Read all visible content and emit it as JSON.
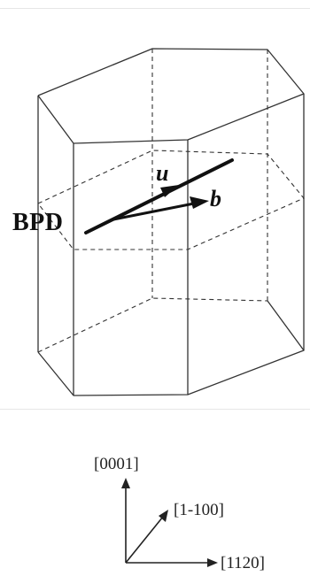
{
  "diagram": {
    "labels": {
      "bpd": "BPD",
      "u": "u",
      "b": "b"
    },
    "axes": {
      "c_axis": "[0001]",
      "m_axis": "[1-100]",
      "a_axis": "[1120]"
    },
    "colors": {
      "line": "#333333",
      "arrow": "#111111",
      "separator": "#e6e6e6"
    }
  }
}
